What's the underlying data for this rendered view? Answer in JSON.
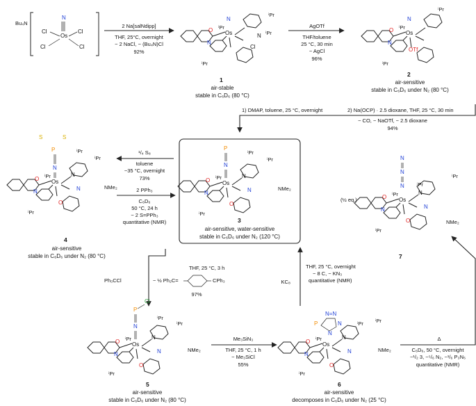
{
  "colors": {
    "P": "#f28c00",
    "S": "#d9b000",
    "Cl": "#2e9e3e",
    "N": "#1f3fd6",
    "O": "#e02020",
    "Os": "#111111",
    "text": "#111111"
  },
  "reagents": {
    "arrow1": {
      "above": "2 Na[salNdipp]",
      "l1": "THF, 25°C, overnight",
      "l2": "− 2 NaCl, − (Bu₄N)Cl",
      "yield": "92%"
    },
    "arrow2": {
      "above": "AgOTf",
      "l1": "THF/toluene",
      "l2": "25 °C, 30 min",
      "l3": "− AgCl",
      "yield": "96%"
    },
    "long": {
      "step1": "1) DMAP, toluene, 25 °C, overnight",
      "step2": "2) Na(OCP) · 2.5 dioxane, THF, 25 °C, 30 min",
      "minus": "− CO, − NaOTf, − 2.5 dioxane",
      "yield": "94%"
    },
    "to4": {
      "s8": "¹/₄ S₈",
      "l1": "toluene",
      "l2": "−35 °C, overnight",
      "yield": "73%"
    },
    "from4": {
      "l1": "2 PPh₃",
      "l2": "C₆D₆",
      "l3": "50 °C, 24 h",
      "l4": "− 2 S=PPh₃",
      "l5": "quantitative (NMR)"
    },
    "to5": {
      "top": "THF, 25 °C, 3 h",
      "l1": "Ph₃CCl",
      "l2": "− ½ Ph₂C=",
      "l3": "CPh₃",
      "yield": "97%"
    },
    "to6": {
      "above": "Me₃SiN₃",
      "l1": "THF, 25 °C, 1 h",
      "l2": "− Me₃SiCl",
      "yield": "55%"
    },
    "from6": {
      "l1": "THF, 25 °C, overnight",
      "l2": "− 8 C, − KN₃",
      "l3": "quantitative (NMR)",
      "kc8": "KC₈"
    },
    "to7": {
      "delta": "Δ",
      "l1": "C₆D₆, 50 °C, overnight",
      "l2": "−¹/₂ 3, −⁵/₆ N₂, −¹/₆ P₃N₅",
      "l3": "quantitative (NMR)"
    }
  },
  "compounds": [
    {
      "id": "start",
      "number": "",
      "ligand": "Bu₄N",
      "note1": "",
      "note2": ""
    },
    {
      "id": "c1",
      "number": "1",
      "note1": "air-stable",
      "note2": "stable in C₆D₆ (80 °C)"
    },
    {
      "id": "c2",
      "number": "2",
      "note1": "air-sensitive",
      "note2": "stable in C₆D₆ under N₂ (80 °C)"
    },
    {
      "id": "c3",
      "number": "3",
      "note1": "air-sensitive, water-sensitive",
      "note2": "stable in C₆D₆ under N₂ (120 °C)"
    },
    {
      "id": "c4",
      "number": "4",
      "note1": "air-sensitive",
      "note2": "stable in C₆D₆ under N₂ (80 °C)"
    },
    {
      "id": "c5",
      "number": "5",
      "note1": "air-sensitive",
      "note2": "stable in C₆D₆ under N₂ (80 °C)"
    },
    {
      "id": "c6",
      "number": "6",
      "note1": "air-sensitive",
      "note2": "decomposes in C₆D₆ under N₂ (25 °C)"
    },
    {
      "id": "c7",
      "number": "7",
      "prefix": "(½ eq.)",
      "note1": "",
      "note2": ""
    }
  ],
  "labels": {
    "os": "Os",
    "ipr": "ⁱPr",
    "nme2": "NMe₂",
    "otf": "OTf",
    "cl": "Cl",
    "s": "S",
    "p": "P",
    "n": "N",
    "o": "O"
  }
}
